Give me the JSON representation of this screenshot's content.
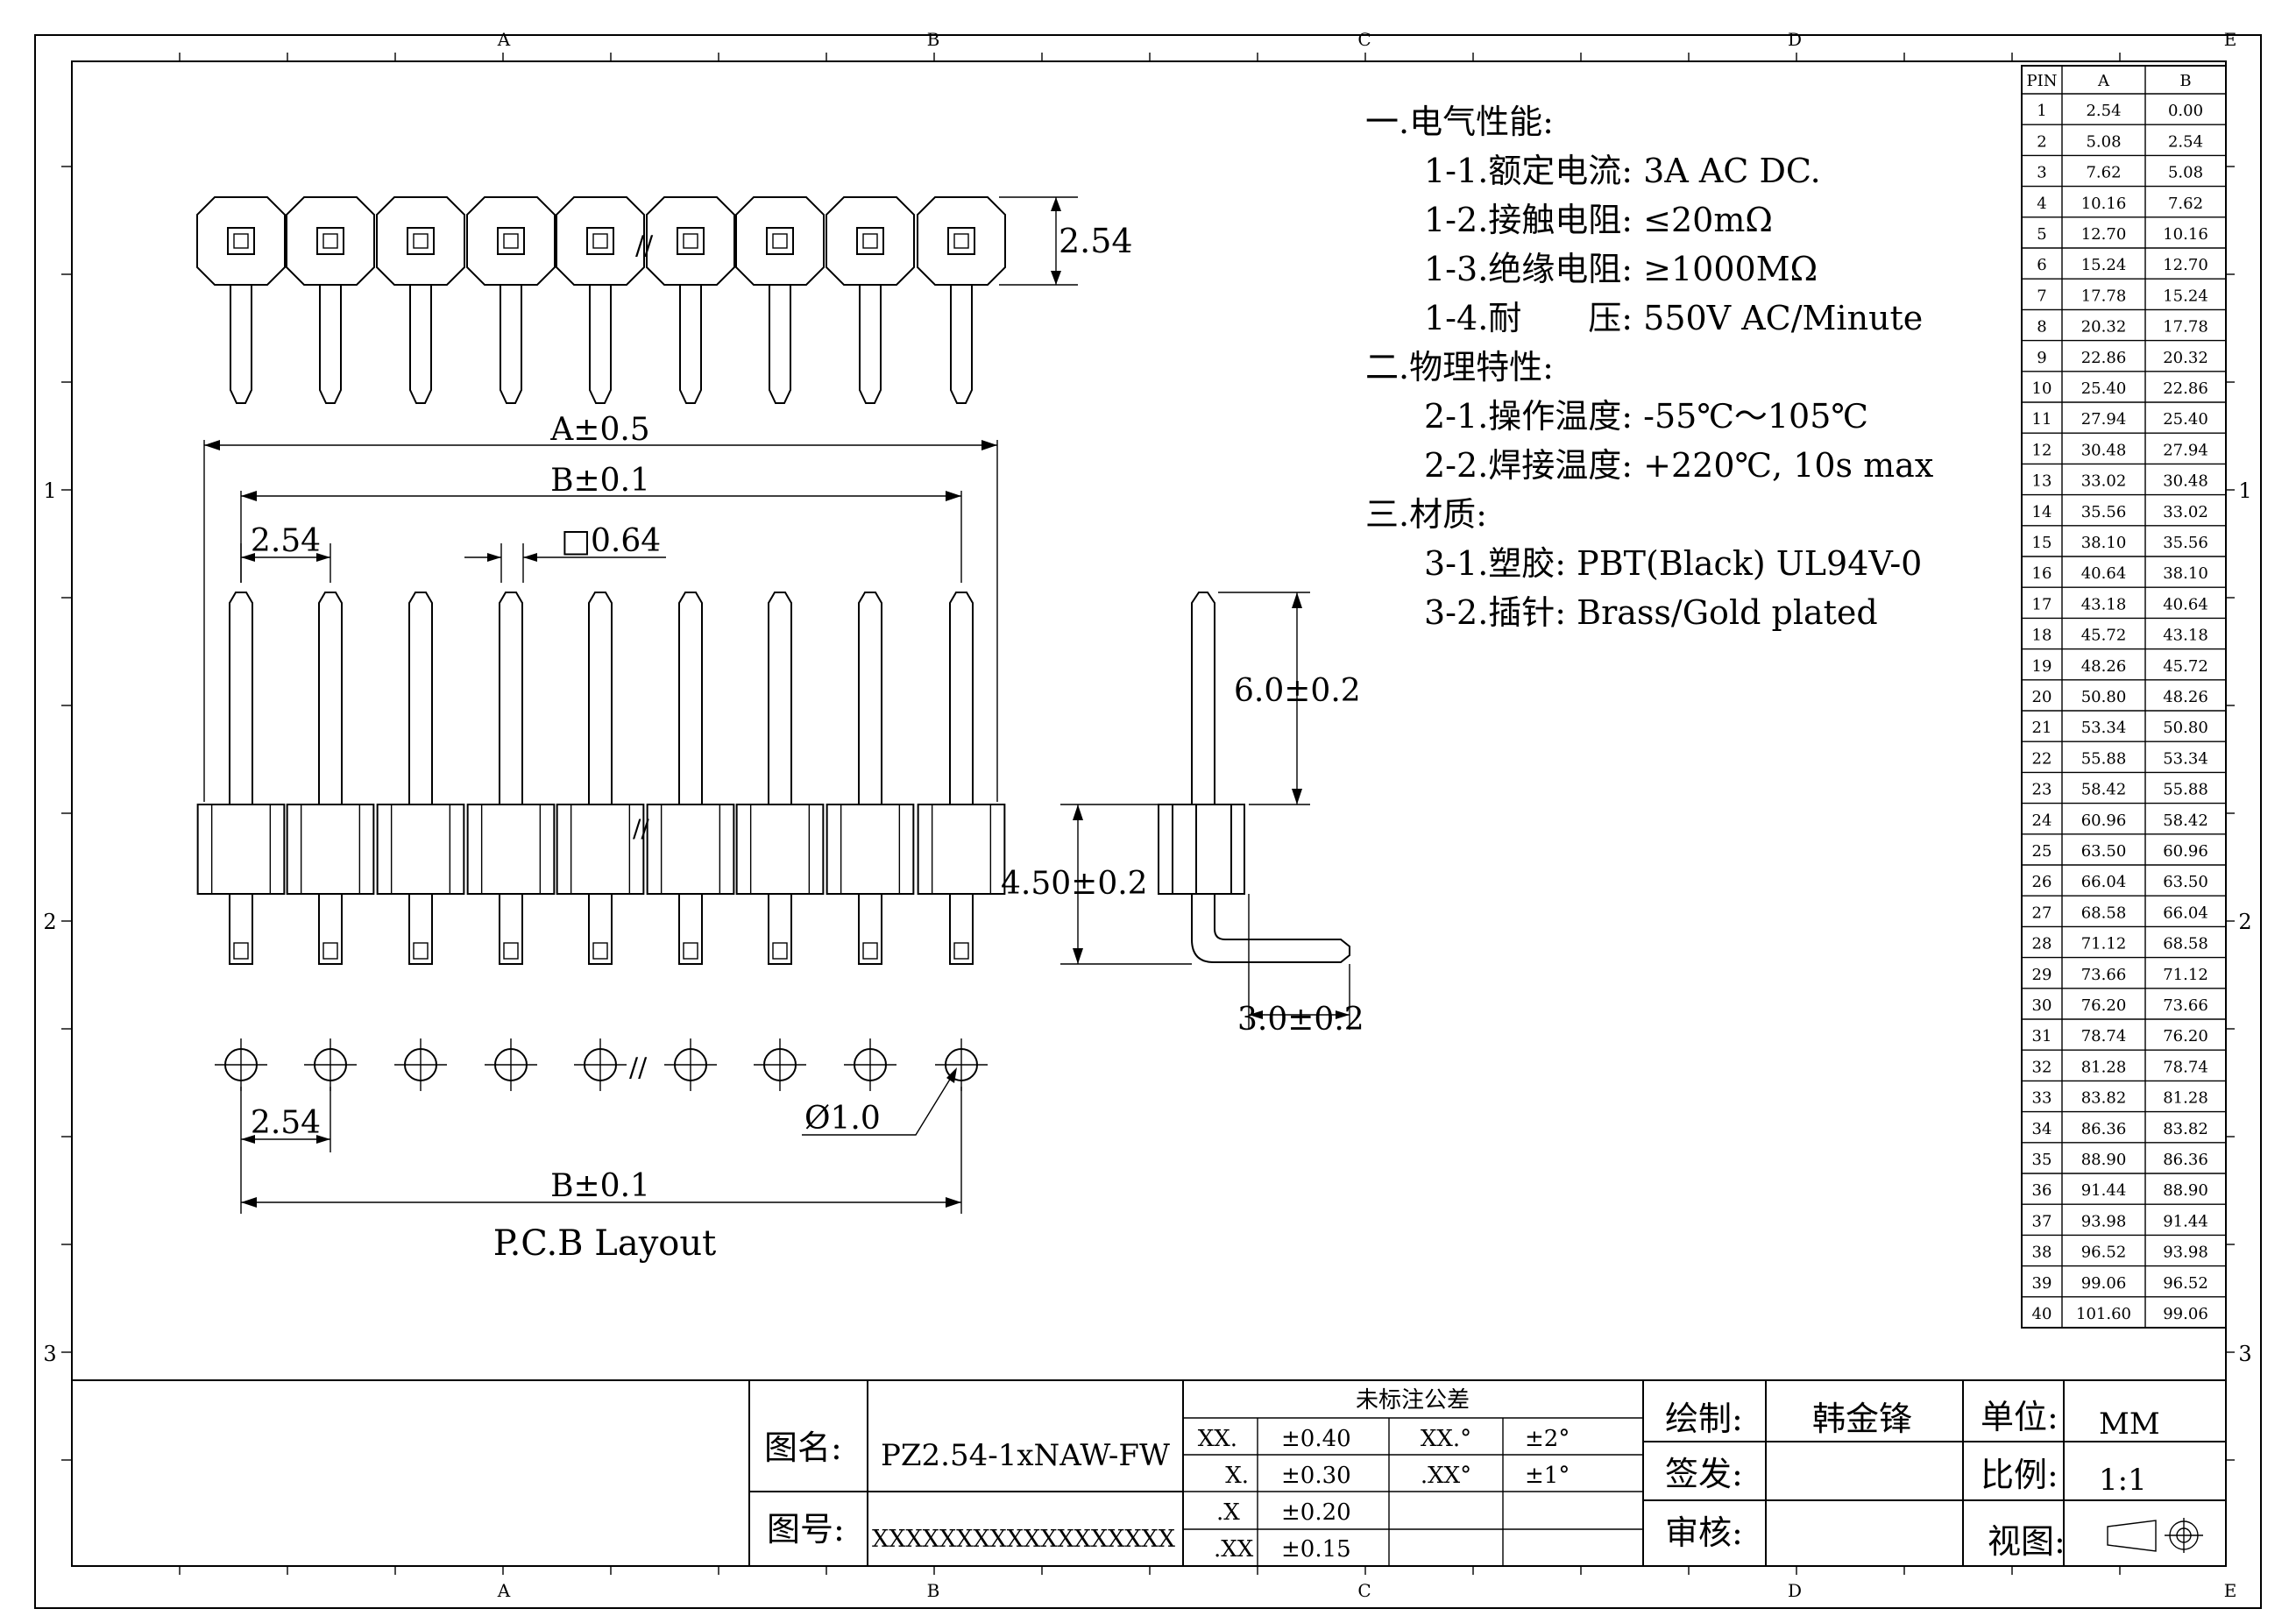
{
  "frame": {
    "col_labels_top": [
      "A",
      "B",
      "C",
      "D",
      "E"
    ],
    "col_labels_bottom": [
      "A",
      "B",
      "C",
      "D",
      "E"
    ],
    "row_labels": [
      "1",
      "2",
      "3"
    ]
  },
  "drawing": {
    "pitch_top": "2.54",
    "dim_a": "A±0.5",
    "dim_b": "B±0.1",
    "pitch_front": "2.54",
    "pin_square": "□0.64",
    "side_height": "6.0±0.2",
    "side_body": "4.50±0.2",
    "side_bend": "3.0±0.2",
    "pcb_pitch": "2.54",
    "pcb_hole": "Ø1.0",
    "pcb_dim_b": "B±0.1",
    "pcb_caption": "P.C.B Layout"
  },
  "specs": [
    "一.电气性能:",
    "1-1.额定电流: 3A AC DC.",
    "1-2.接触电阻: ≤20mΩ",
    "1-3.绝缘电阻: ≥1000MΩ",
    "1-4.耐　　压: 550V AC/Minute",
    "二.物理特性:",
    "2-1.操作温度: -55℃～105℃",
    "2-2.焊接温度: +220℃, 10s max",
    "三.材质:",
    "3-1.塑胶: PBT(Black) UL94V-0",
    "3-2.插针: Brass/Gold plated"
  ],
  "pin_table": {
    "headers": [
      "PIN",
      "A",
      "B"
    ],
    "rows": [
      [
        "1",
        "2.54",
        "0.00"
      ],
      [
        "2",
        "5.08",
        "2.54"
      ],
      [
        "3",
        "7.62",
        "5.08"
      ],
      [
        "4",
        "10.16",
        "7.62"
      ],
      [
        "5",
        "12.70",
        "10.16"
      ],
      [
        "6",
        "15.24",
        "12.70"
      ],
      [
        "7",
        "17.78",
        "15.24"
      ],
      [
        "8",
        "20.32",
        "17.78"
      ],
      [
        "9",
        "22.86",
        "20.32"
      ],
      [
        "10",
        "25.40",
        "22.86"
      ],
      [
        "11",
        "27.94",
        "25.40"
      ],
      [
        "12",
        "30.48",
        "27.94"
      ],
      [
        "13",
        "33.02",
        "30.48"
      ],
      [
        "14",
        "35.56",
        "33.02"
      ],
      [
        "15",
        "38.10",
        "35.56"
      ],
      [
        "16",
        "40.64",
        "38.10"
      ],
      [
        "17",
        "43.18",
        "40.64"
      ],
      [
        "18",
        "45.72",
        "43.18"
      ],
      [
        "19",
        "48.26",
        "45.72"
      ],
      [
        "20",
        "50.80",
        "48.26"
      ],
      [
        "21",
        "53.34",
        "50.80"
      ],
      [
        "22",
        "55.88",
        "53.34"
      ],
      [
        "23",
        "58.42",
        "55.88"
      ],
      [
        "24",
        "60.96",
        "58.42"
      ],
      [
        "25",
        "63.50",
        "60.96"
      ],
      [
        "26",
        "66.04",
        "63.50"
      ],
      [
        "27",
        "68.58",
        "66.04"
      ],
      [
        "28",
        "71.12",
        "68.58"
      ],
      [
        "29",
        "73.66",
        "71.12"
      ],
      [
        "30",
        "76.20",
        "73.66"
      ],
      [
        "31",
        "78.74",
        "76.20"
      ],
      [
        "32",
        "81.28",
        "78.74"
      ],
      [
        "33",
        "83.82",
        "81.28"
      ],
      [
        "34",
        "86.36",
        "83.82"
      ],
      [
        "35",
        "88.90",
        "86.36"
      ],
      [
        "36",
        "91.44",
        "88.90"
      ],
      [
        "37",
        "93.98",
        "91.44"
      ],
      [
        "38",
        "96.52",
        "93.98"
      ],
      [
        "39",
        "99.06",
        "96.52"
      ],
      [
        "40",
        "101.60",
        "99.06"
      ]
    ]
  },
  "title_block": {
    "name_label": "图名:",
    "name_value": "PZ2.54-1xNAW-FW",
    "number_label": "图号:",
    "number_value": "XXXXXXXXXXXXXXXXXX",
    "tolerance_title": "未标注公差",
    "tolerances": [
      [
        "XX.",
        "±0.40",
        "XX.°",
        "±2°"
      ],
      [
        "X.",
        "±0.30",
        ".XX°",
        "±1°"
      ],
      [
        ".X",
        "±0.20",
        "",
        ""
      ],
      [
        ".XX",
        "±0.15",
        "",
        ""
      ]
    ],
    "drawn_label": "绘制:",
    "drawn_value": "韩金锋",
    "issued_label": "签发:",
    "checked_label": "审核:",
    "unit_label": "单位:",
    "unit_value": "MM",
    "scale_label": "比例:",
    "scale_value": "1:1",
    "view_label": "视图:"
  }
}
